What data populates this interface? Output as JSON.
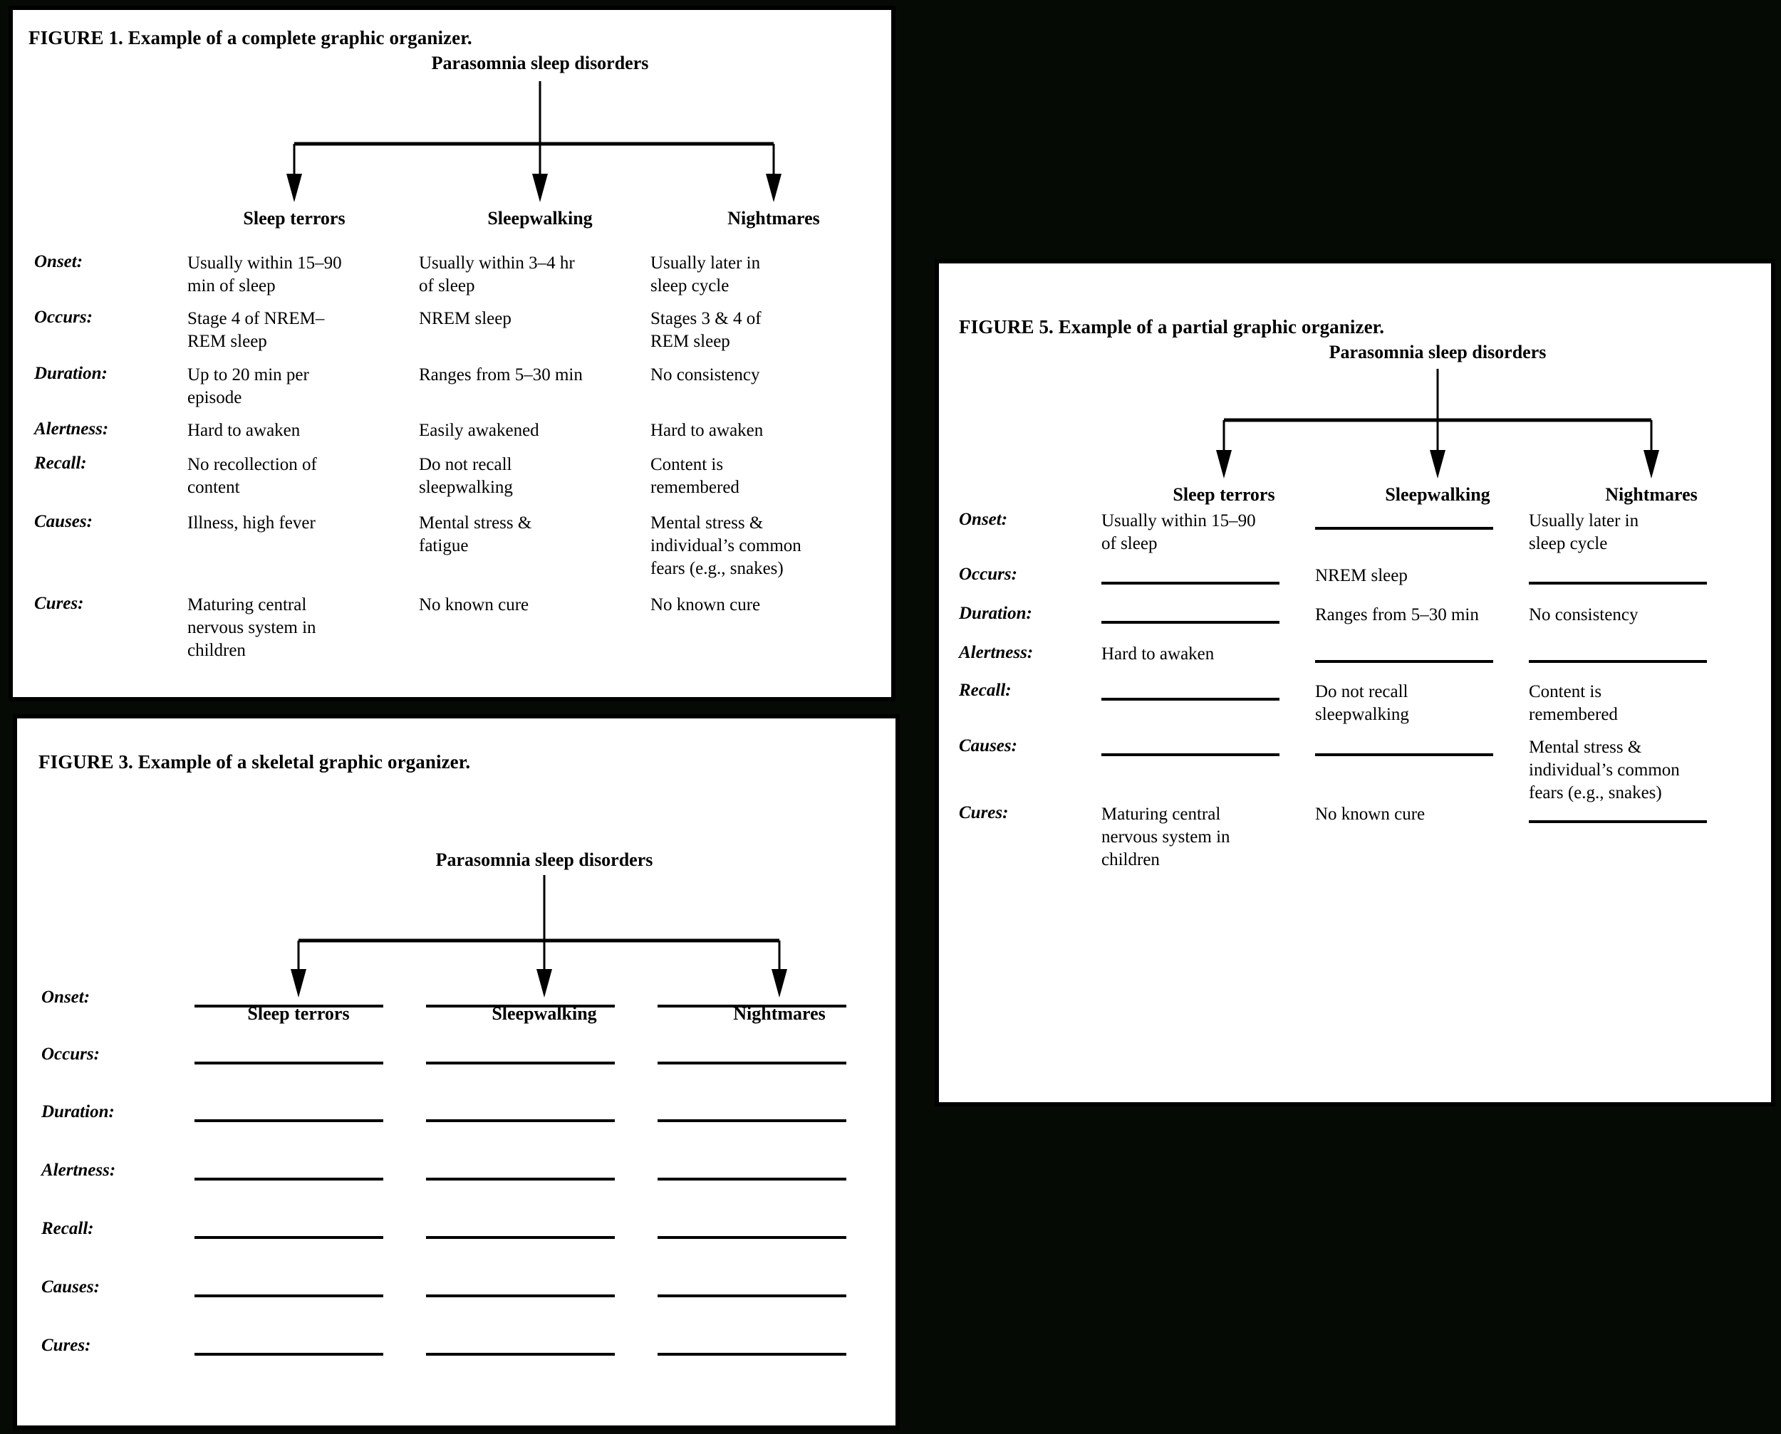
{
  "figures": {
    "fig1": {
      "title": "FIGURE 1. Example of a complete graphic organizer.",
      "root": "Parasomnia sleep disorders",
      "children": [
        "Sleep terrors",
        "Sleepwalking",
        "Nightmares"
      ],
      "row_labels": [
        "Onset:",
        "Occurs:",
        "Duration:",
        "Alertness:",
        "Recall:",
        "Causes:",
        "Cures:"
      ],
      "cells": [
        [
          [
            "Usually within 15–90",
            "min of sleep"
          ],
          [
            "Usually within 3–4 hr",
            "of sleep"
          ],
          [
            "Usually later in",
            "sleep cycle"
          ]
        ],
        [
          [
            "Stage 4 of NREM–",
            "REM sleep"
          ],
          [
            "NREM sleep"
          ],
          [
            "Stages 3 & 4 of",
            "REM sleep"
          ]
        ],
        [
          [
            "Up to 20 min per",
            "episode"
          ],
          [
            "Ranges from 5–30 min"
          ],
          [
            "No consistency"
          ]
        ],
        [
          [
            "Hard to awaken"
          ],
          [
            "Easily awakened"
          ],
          [
            "Hard to awaken"
          ]
        ],
        [
          [
            "No recollection of",
            "content"
          ],
          [
            "Do not recall",
            "sleepwalking"
          ],
          [
            "Content is",
            "remembered"
          ]
        ],
        [
          [
            "Illness, high fever"
          ],
          [
            "Mental stress &",
            "fatigue"
          ],
          [
            "Mental stress &",
            "individual’s common",
            "fears (e.g., snakes)"
          ]
        ],
        [
          [
            "Maturing central",
            "nervous system in",
            "children"
          ],
          [
            "No known cure"
          ],
          [
            "No known cure"
          ]
        ]
      ]
    },
    "fig3": {
      "title": "FIGURE 3. Example of a skeletal graphic organizer.",
      "root": "Parasomnia sleep disorders",
      "children": [
        "Sleep terrors",
        "Sleepwalking",
        "Nightmares"
      ],
      "row_labels": [
        "Onset:",
        "Occurs:",
        "Duration:",
        "Alertness:",
        "Recall:",
        "Causes:",
        "Cures:"
      ],
      "cells": [
        [
          null,
          null,
          null
        ],
        [
          null,
          null,
          null
        ],
        [
          null,
          null,
          null
        ],
        [
          null,
          null,
          null
        ],
        [
          null,
          null,
          null
        ],
        [
          null,
          null,
          null
        ],
        [
          null,
          null,
          null
        ]
      ]
    },
    "fig5": {
      "title": "FIGURE 5. Example of a partial graphic organizer.",
      "root": "Parasomnia sleep disorders",
      "children": [
        "Sleep terrors",
        "Sleepwalking",
        "Nightmares"
      ],
      "row_labels": [
        "Onset:",
        "Occurs:",
        "Duration:",
        "Alertness:",
        "Recall:",
        "Causes:",
        "Cures:"
      ],
      "cells": [
        [
          [
            "Usually within 15–90",
            "of sleep"
          ],
          null,
          [
            "Usually later in",
            "sleep cycle"
          ]
        ],
        [
          null,
          [
            "NREM sleep"
          ],
          null
        ],
        [
          null,
          [
            "Ranges from 5–30 min"
          ],
          [
            "No consistency"
          ]
        ],
        [
          [
            "Hard to awaken"
          ],
          null,
          null
        ],
        [
          null,
          [
            "Do not recall",
            "sleepwalking"
          ],
          [
            "Content is",
            "remembered"
          ]
        ],
        [
          null,
          null,
          [
            "Mental stress &",
            "individual’s common",
            "fears (e.g., snakes)"
          ]
        ],
        [
          [
            "Maturing central",
            "nervous system in",
            "children"
          ],
          [
            "No known cure"
          ],
          null
        ]
      ]
    }
  },
  "colors": {
    "page_background": "#050a05",
    "panel_background": "#ffffff",
    "ink": "#000000"
  }
}
